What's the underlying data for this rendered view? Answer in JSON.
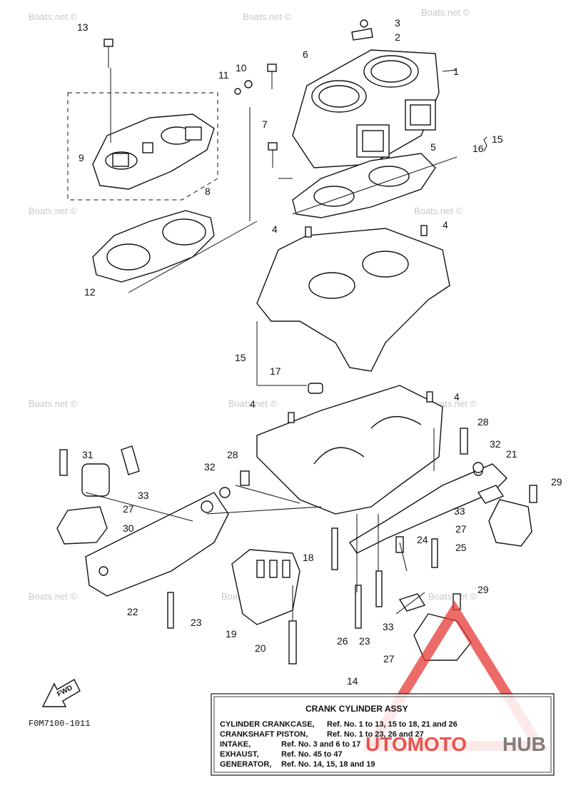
{
  "watermark": "Boats.net ©",
  "figure_code": "F0M7100-1011",
  "fwd_label": "FWD",
  "callouts": {
    "c1": "1",
    "c2": "2",
    "c3": "3",
    "c4a": "4",
    "c4b": "4",
    "c4c": "4",
    "c4d": "4",
    "c5": "5",
    "c6": "6",
    "c7": "7",
    "c8": "8",
    "c9": "9",
    "c10": "10",
    "c11": "11",
    "c12": "12",
    "c13": "13",
    "c14": "14",
    "c15a": "15",
    "c15b": "15",
    "c16": "16",
    "c17": "17",
    "c18": "18",
    "c19": "19",
    "c20": "20",
    "c21": "21",
    "c22": "22",
    "c23a": "23",
    "c23b": "23",
    "c24": "24",
    "c25": "25",
    "c26": "26",
    "c27a": "27",
    "c27b": "27",
    "c27c": "27",
    "c28a": "28",
    "c28b": "28",
    "c29a": "29",
    "c29b": "29",
    "c30": "30",
    "c31": "31",
    "c32a": "32",
    "c32b": "32",
    "c33a": "33",
    "c33b": "33",
    "c33c": "33"
  },
  "legend": {
    "title": "CRANK CYLINDER ASSY",
    "rows": [
      {
        "name": "CYLINDER CRANKCASE,",
        "ref": "Ref. No. 1 to 13, 15 to 18, 21 and 26"
      },
      {
        "name": "CRANKSHAFT PISTON,",
        "ref": "Ref. No. 1 to 23, 26 and 27"
      },
      {
        "name": "INTAKE,",
        "ref": "Ref. No. 3 and 6 to 17"
      },
      {
        "name": "EXHAUST,",
        "ref": "Ref. No. 45 to 47"
      },
      {
        "name": "GENERATOR,",
        "ref": "Ref. No. 14, 15, 18 and 19"
      }
    ]
  },
  "brand": {
    "part1": "UTOMOTO",
    "part2": "HUB",
    "color_red": "#e53935",
    "color_gray": "#6b6b6b"
  }
}
